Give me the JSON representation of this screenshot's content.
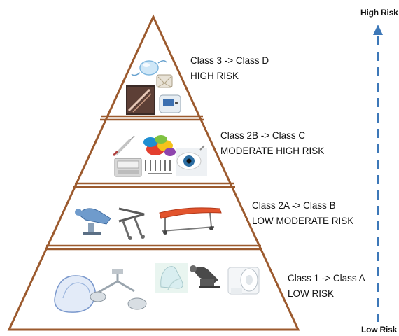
{
  "tiers": [
    {
      "class_line": "Class 3 -> Class D",
      "risk_line": "HIGH RISK",
      "device_icons": [
        "intraocular-lens-icon",
        "heart-valve-icon",
        "surgical-catheter-icon",
        "medical-monitor-icon"
      ]
    },
    {
      "class_line": "Class 2B -> Class C",
      "risk_line": "MODERATE HIGH RISK",
      "device_icons": [
        "syringe-icon",
        "contact-lenses-icon",
        "orthopedic-screws-icon",
        "incubator-icon",
        "eye-drops-icon"
      ]
    },
    {
      "class_line": "Class 2A -> Class B",
      "risk_line": "LOW MODERATE RISK",
      "device_icons": [
        "examination-chair-icon",
        "speculum-icon",
        "stretcher-icon"
      ]
    },
    {
      "class_line": "Class 1 -> Class A",
      "risk_line": "LOW RISK",
      "device_icons": [
        "sanitary-pad-icon",
        "surgical-lamp-icon",
        "gloves-icon",
        "dental-chair-icon",
        "bandage-roll-icon"
      ]
    }
  ],
  "risk_axis": {
    "top_label": "High Risk",
    "bottom_label": "Low Risk",
    "arrow_color": "#3d78b8"
  },
  "colors": {
    "pyramid_outline": "#9c5a2e",
    "tier_divider": "#9c5a2e"
  }
}
